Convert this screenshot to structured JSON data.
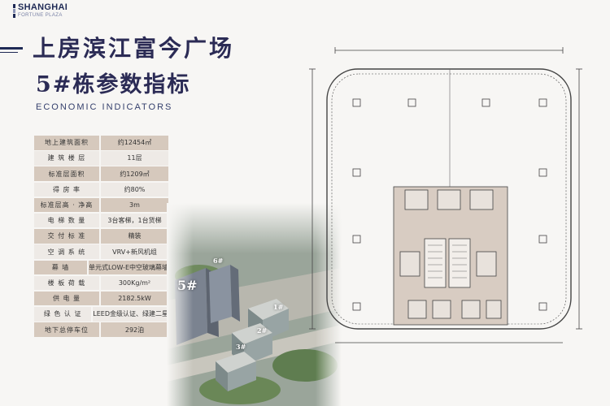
{
  "brand": {
    "name": "SHANGHAI",
    "sub": "FORTUNE PLAZA"
  },
  "title": {
    "line1": "上房滨江富今广场",
    "line2": "5#栋参数指标",
    "subtitle": "ECONOMIC INDICATORS"
  },
  "specs": [
    {
      "label": "地上建筑面积",
      "value": "约12454㎡"
    },
    {
      "label": "建 筑 楼 层",
      "value": "11层"
    },
    {
      "label": "标准层面积",
      "value": "约1209㎡"
    },
    {
      "label": "得 房 率",
      "value": "约80%"
    },
    {
      "label": "标准层高 · 净高",
      "value": "3m"
    },
    {
      "label": "电 梯 数 量",
      "value": "3台客梯，1台货梯"
    },
    {
      "label": "交 付 标 准",
      "value": "精装"
    },
    {
      "label": "空 调 系 统",
      "value": "VRV+新风机组"
    },
    {
      "label": "幕 墙",
      "value": "单元式LOW-E中空玻璃幕墙"
    },
    {
      "label": "楼 板 荷 载",
      "value": "300Kg/m²"
    },
    {
      "label": "供 电 量",
      "value": "2182.5kW"
    },
    {
      "label": "绿 色 认 证",
      "value": "LEED金级认证、绿建二星"
    },
    {
      "label": "地下总停车位",
      "value": "292泊"
    }
  ],
  "aerial": {
    "main_building": "5#",
    "tags": [
      "6#",
      "1#",
      "2#",
      "3#"
    ]
  },
  "colors": {
    "navy": "#1f2a55",
    "row_dark": "#d6c9bd",
    "row_light": "#eeeae6",
    "plan_core": "#d8ccc2"
  }
}
